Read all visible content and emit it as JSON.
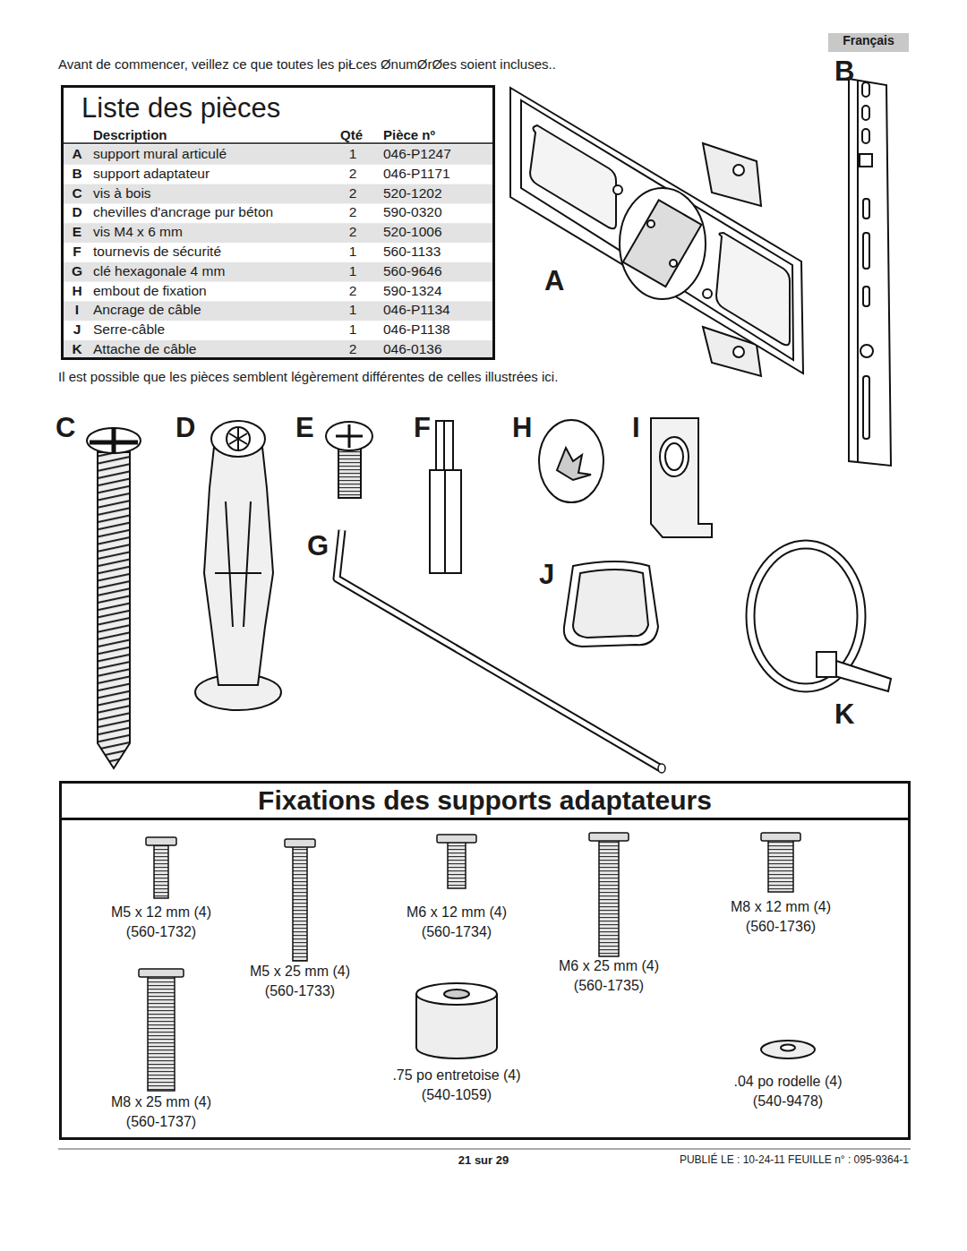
{
  "diagram": {
    "nodes": [
      {
        "text": [
          "Français"
        ]
      },
      {
        "text": [
          "Liste des pièces"
        ]
      },
      {
        "text": [
          "Fixations des supports adaptateurs"
        ]
      }
    ],
    "labels": [
      "Avant de commencer, veillez   ce que toutes les piŁces ØnumØrØes soient incluses..",
      "Description",
      "Qté",
      "Pièce nº",
      "A",
      "support mural articulé",
      "1",
      "046-P1247",
      "B",
      "support adaptateur",
      "2",
      "046-P1171",
      "C",
      "vis à bois",
      "2",
      "520-1202",
      "D",
      "chevilles d'ancrage pur béton",
      "2",
      "590-0320",
      "E",
      "vis M4 x 6 mm",
      "2",
      "520-1006",
      "F",
      "tournevis de sécurité",
      "1",
      "560-1133",
      "G",
      "clé hexagonale 4 mm",
      "1",
      "560-9646",
      "H",
      "embout de fixation",
      "2",
      "590-1324",
      "I",
      "Ancrage de câble",
      "1",
      "046-P1134",
      "J",
      "Serre-câble",
      "1",
      "046-P1138",
      "K",
      "Attache de câble",
      "2",
      "046-0136",
      "Il est possible que les pièces semblent légèrement différentes de celles illustrées ici.",
      "B",
      "A",
      "C",
      "D",
      "E",
      "F",
      "H",
      "I",
      "G",
      "J",
      "K",
      "M5 x 12 mm (4)",
      "(560-1732)",
      "M6 x 12 mm (4)",
      "(560-1734)",
      "M8 x 12 mm (4)",
      "(560-1736)",
      "M5 x 25 mm (4)",
      "(560-1733)",
      "M6 x 25 mm (4)",
      "(560-1735)",
      "M8 x 25 mm (4)",
      "(560-1737)",
      ".75 po entretoise (4)",
      "(540-1059)",
      ".04 po rodelle (4)",
      "(540-9478)",
      "21 sur 29",
      "PUBLIÉ LE : 10-24-11  FEUILLE n° : 095-9364-1"
    ]
  }
}
